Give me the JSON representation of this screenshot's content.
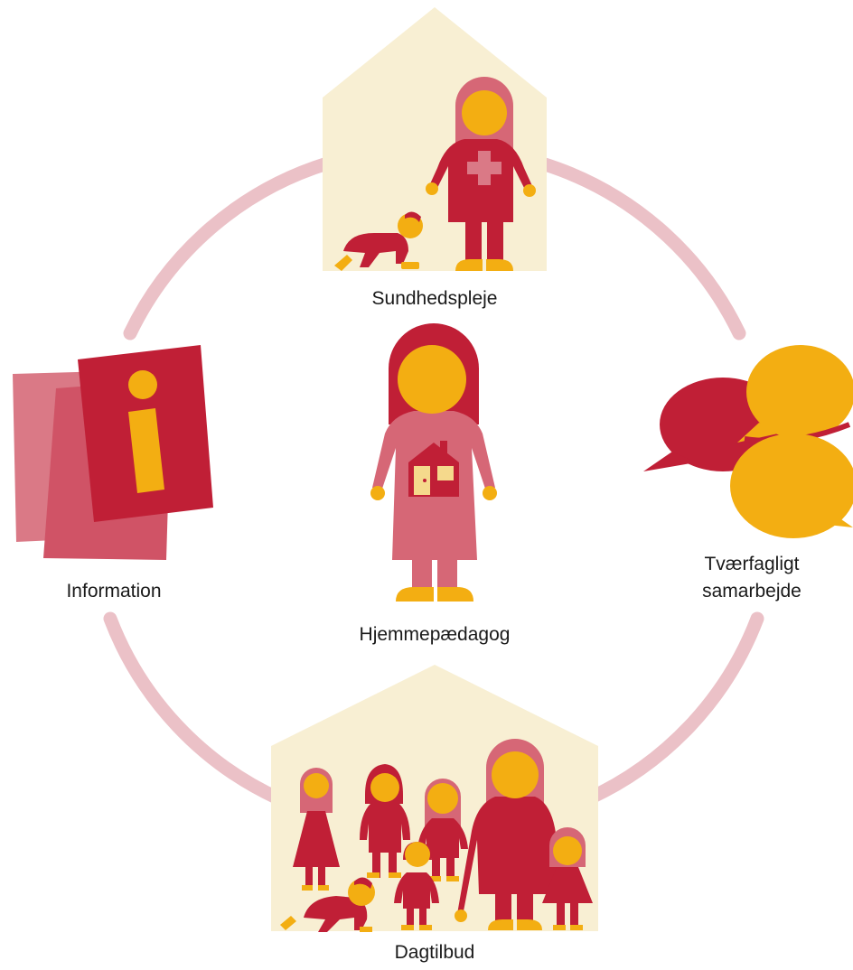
{
  "colors": {
    "ring": "#ebc1c7",
    "house": "#f8efd3",
    "red": "#c01f36",
    "pink": "#d66776",
    "pink_mid": "#d05366",
    "pink_light": "#da7986",
    "yellow": "#f3ae12",
    "yellow_light": "#f5d98c",
    "text": "#1a1a1a"
  },
  "nodes": {
    "sundhedspleje": {
      "label": "Sundhedspleje",
      "icon": "nurse-house-icon"
    },
    "information": {
      "label": "Information",
      "icon": "info-cards-icon"
    },
    "center": {
      "label": "Hjemmepædagog",
      "icon": "home-educator-icon"
    },
    "tvaerfagligt": {
      "label_line1": "Tværfagligt",
      "label_line2": "samarbejde",
      "icon": "speech-bubbles-icon"
    },
    "dagtilbud": {
      "label": "Dagtilbud",
      "icon": "daycare-house-icon"
    }
  }
}
